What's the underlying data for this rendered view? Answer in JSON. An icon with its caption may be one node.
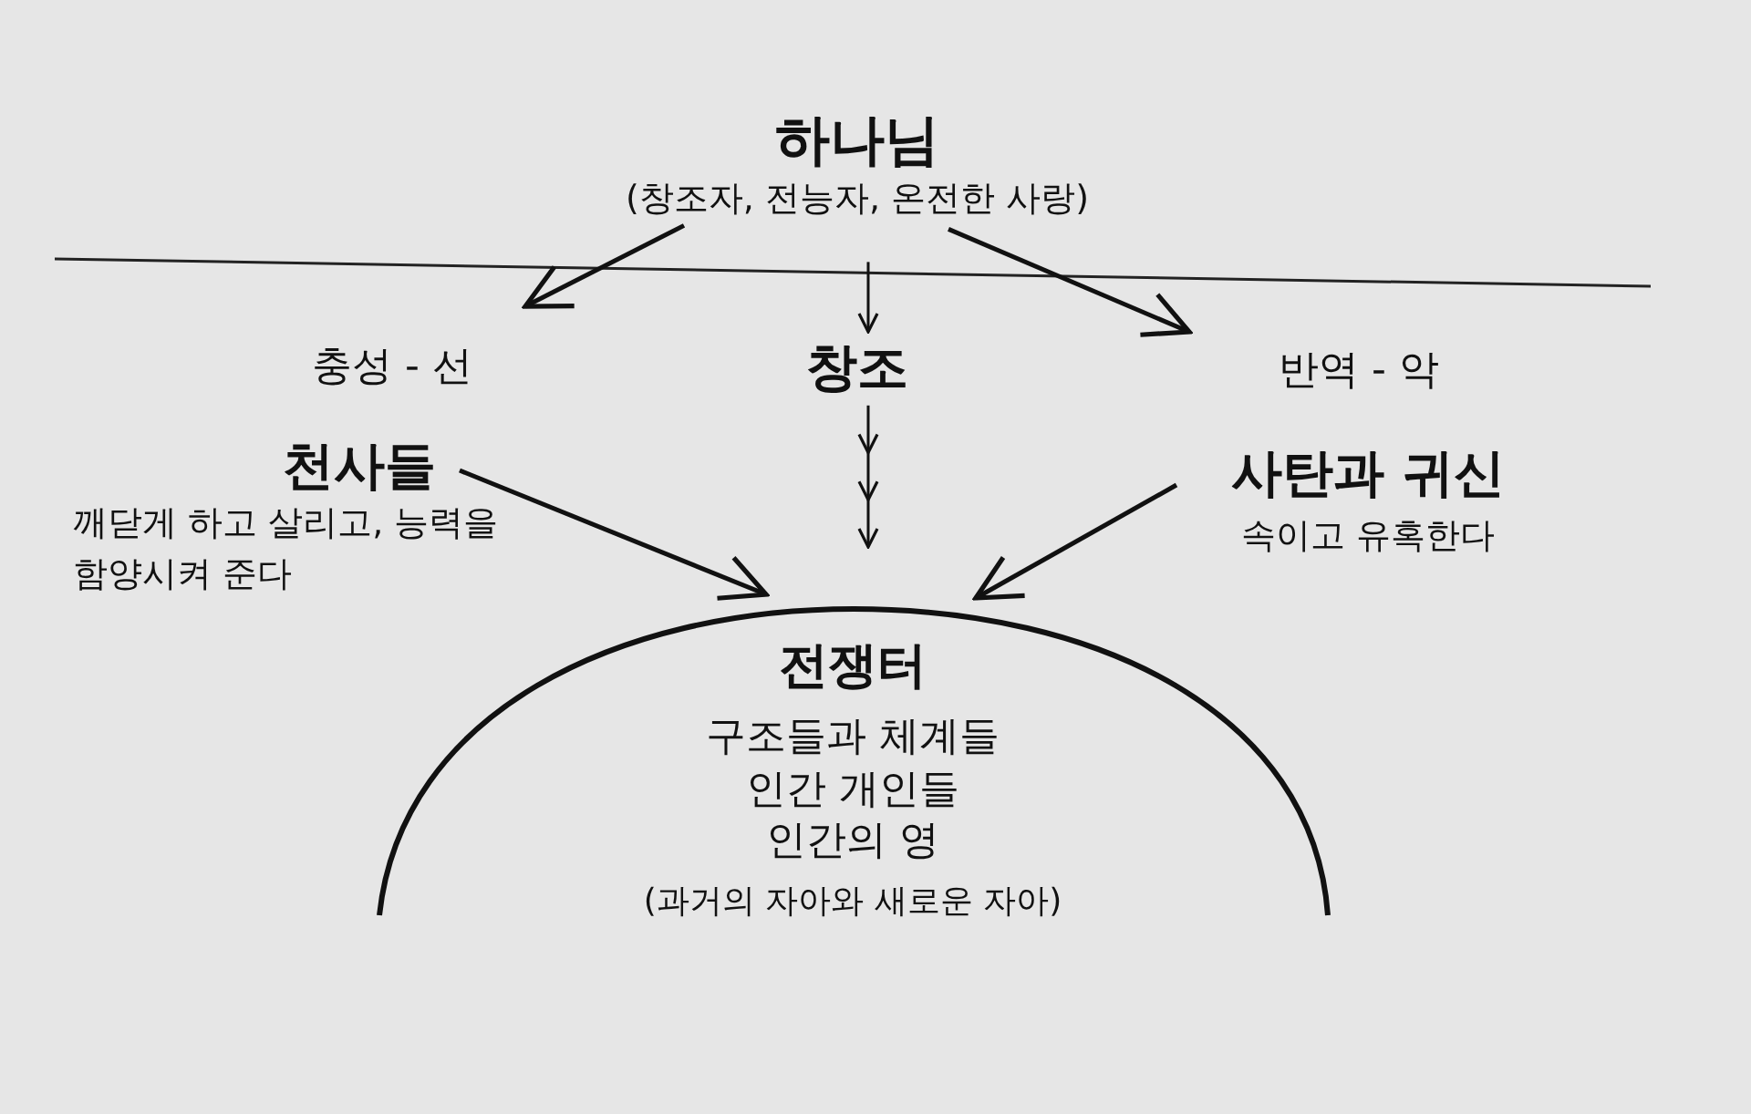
{
  "diagram": {
    "nodes": [
      {
        "text": [
          "하나님",
          "(창조자, 전능자, 온전한 사랑)"
        ]
      },
      {
        "text": [
          "충성 - 선"
        ]
      },
      {
        "text": [
          "창조"
        ]
      },
      {
        "text": [
          "반역 - 악"
        ]
      },
      {
        "text": [
          "천사들",
          "깨닫게 하고 살리고, 능력을 함양시켜 준다"
        ]
      },
      {
        "text": [
          "사탄과 귀신",
          "속이고 유혹한다"
        ]
      },
      {
        "text": [
          "전쟁터",
          "구조들과 체계들",
          "인간 개인들",
          "인간의 영",
          "(과거의 자아와 새로운 자아)"
        ]
      }
    ],
    "edges": [
      {
        "from": 0,
        "to": 1,
        "arrow": "to"
      },
      {
        "from": 0,
        "to": 2,
        "arrow": "to"
      },
      {
        "from": 0,
        "to": 3,
        "arrow": "to"
      },
      {
        "from": 2,
        "to": 6,
        "arrow": "to"
      },
      {
        "from": 4,
        "to": 6,
        "arrow": "to"
      },
      {
        "from": 5,
        "to": 6,
        "arrow": "to"
      }
    ]
  }
}
